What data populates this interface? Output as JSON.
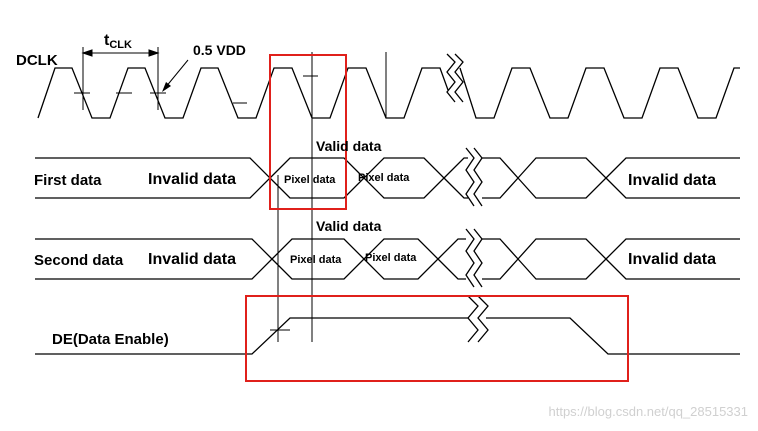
{
  "labels": {
    "dclk": "DCLK",
    "tclk_main": "t",
    "tclk_sub": "CLK",
    "vdd": "0.5 VDD",
    "first_data": "First data",
    "second_data": "Second data",
    "de": "DE(Data Enable)",
    "valid_data_1": "Valid data",
    "valid_data_2": "Valid data",
    "invalid_left_1": "Invalid data",
    "invalid_right_1": "Invalid data",
    "invalid_left_2": "Invalid data",
    "invalid_right_2": "Invalid data",
    "pixel_1a": "Pixel data",
    "pixel_1b": "Pixel data",
    "pixel_2a": "Pixel data",
    "pixel_2b": "Pixel data"
  },
  "watermark": "https://blog.csdn.net/qq_28515331",
  "colors": {
    "waveform": "#000000",
    "highlight_box": "#e0201b",
    "watermark": "#d0d0d0"
  }
}
